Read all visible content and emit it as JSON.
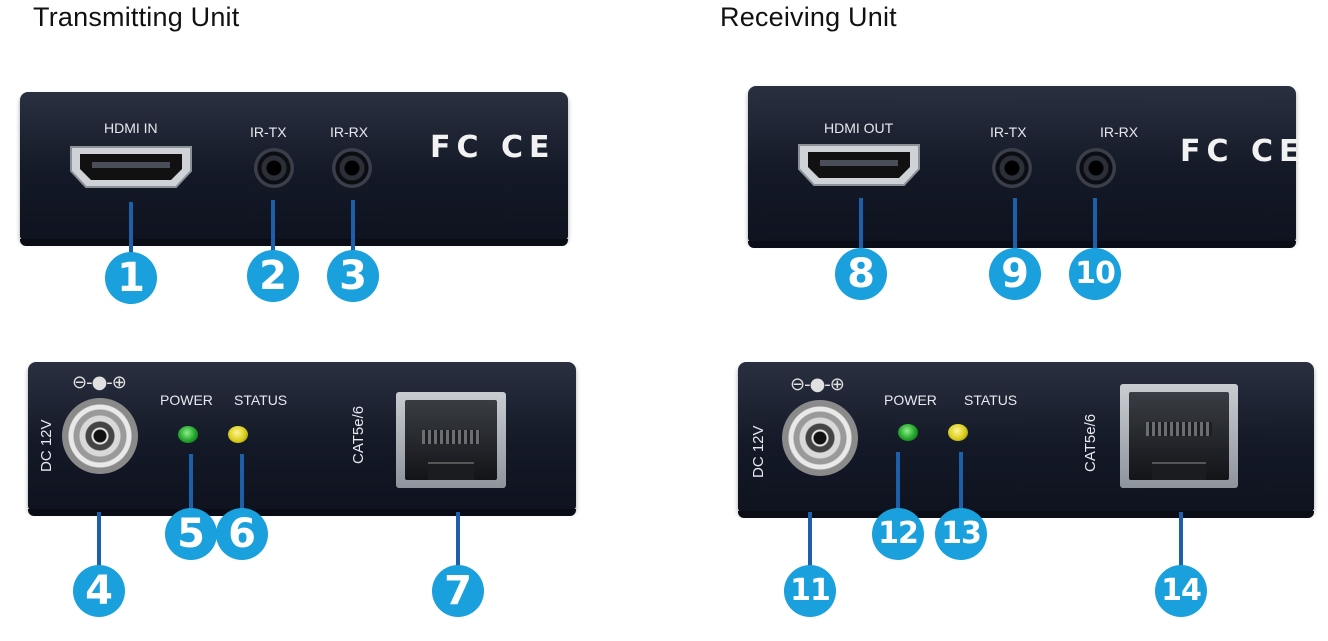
{
  "transmitting": {
    "title": "Transmitting Unit",
    "hdmi_label": "HDMI IN",
    "irtx_label": "IR-TX",
    "irrx_label": "IR-RX",
    "cert": "FC CE",
    "dc_label": "DC 12V",
    "polarity": "⊖-●-⊕",
    "power_label": "POWER",
    "status_label": "STATUS",
    "cat_label": "CAT5e/6",
    "callouts": [
      "1",
      "2",
      "3",
      "4",
      "5",
      "6",
      "7"
    ]
  },
  "receiving": {
    "title": "Receiving Unit",
    "hdmi_label": "HDMI OUT",
    "irtx_label": "IR-TX",
    "irrx_label": "IR-RX",
    "cert": "FC CE",
    "dc_label": "DC 12V",
    "polarity": "⊖-●-⊕",
    "power_label": "POWER",
    "status_label": "STATUS",
    "cat_label": "CAT5e/6",
    "callouts": [
      "8",
      "9",
      "10",
      "11",
      "12",
      "13",
      "14"
    ]
  },
  "colors": {
    "callout": "#1aa0dc",
    "leader": "#1d5fa8",
    "panel": "#141927",
    "power_led": "#21a329",
    "status_led": "#d9cd16"
  }
}
